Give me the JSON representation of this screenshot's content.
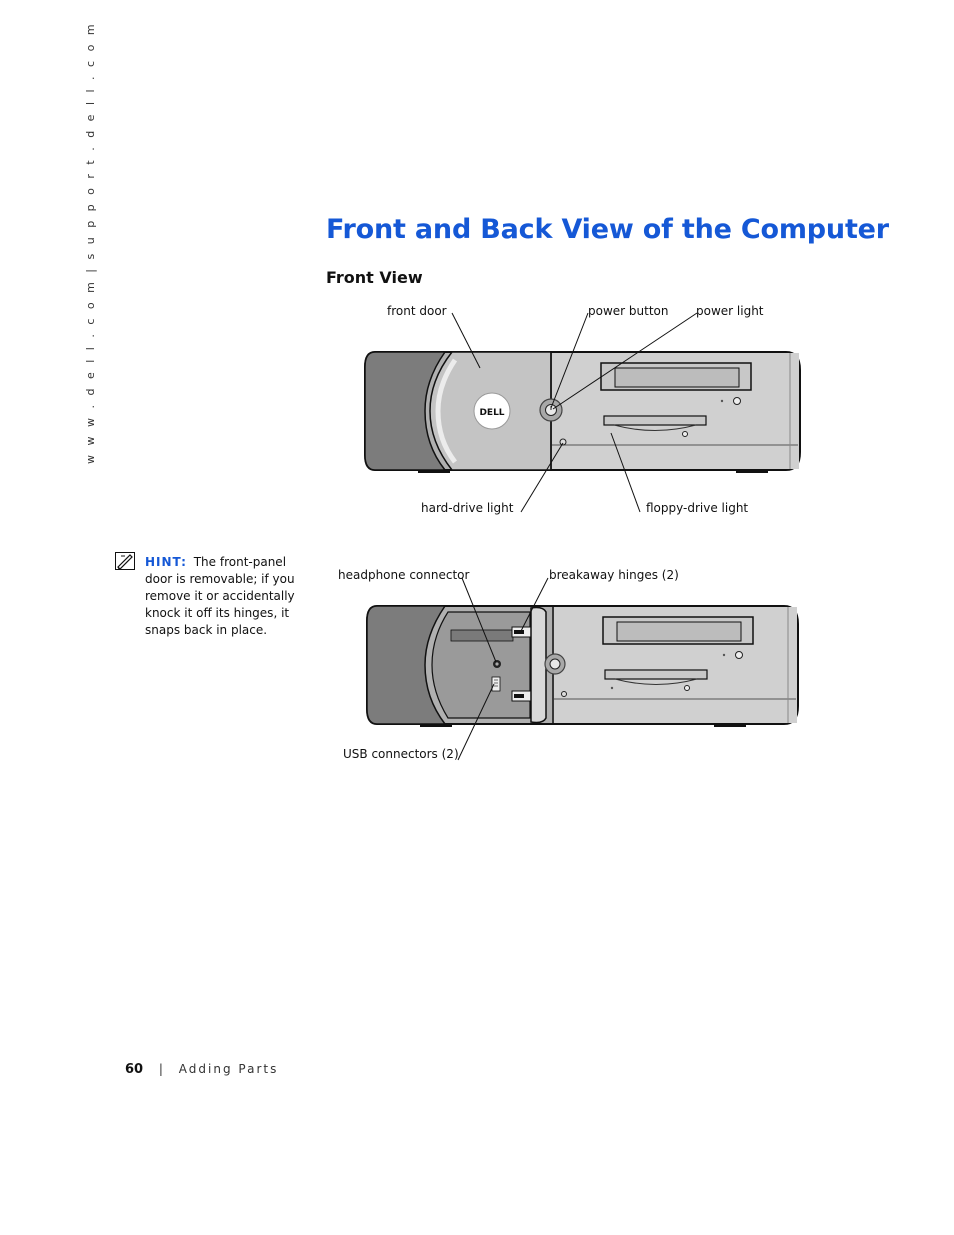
{
  "side_url": "w w w . d e l l . c o m   |   s u p p o r t . d e l l . c o m",
  "title": "Front and Back View of the Computer",
  "section": "Front View",
  "hint": {
    "label": "HINT:",
    "text": "The front-panel door is removable; if you remove it or accidentally knock it off its hinges, it snaps back in place."
  },
  "figure1": {
    "front_door": "front door",
    "power_button": "power button",
    "power_light": "power light",
    "hard_drive_light": "hard-drive light",
    "floppy_drive_light": "floppy-drive light",
    "logo": "DELL"
  },
  "figure2": {
    "headphone_connector": "headphone connector",
    "breakaway_hinges": "breakaway hinges (2)",
    "usb_connectors": "USB connectors (2)"
  },
  "footer": {
    "page_number": "60",
    "separator": "|",
    "section": "Adding Parts"
  }
}
